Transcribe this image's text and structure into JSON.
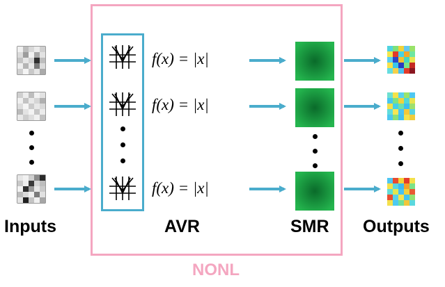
{
  "labels": {
    "inputs": "Inputs",
    "avr": "AVR",
    "smr": "SMR",
    "outputs": "Outputs",
    "nonl": "NONL"
  },
  "formula": "f(x) =  |x|",
  "colors": {
    "arrow": "#4aaccc",
    "nonl_border": "#f4a6c0",
    "avr_border": "#4aaccc",
    "smr_green_center": "#0a6a2a",
    "smr_green_edge": "#1fae4a"
  },
  "rows": 3
}
